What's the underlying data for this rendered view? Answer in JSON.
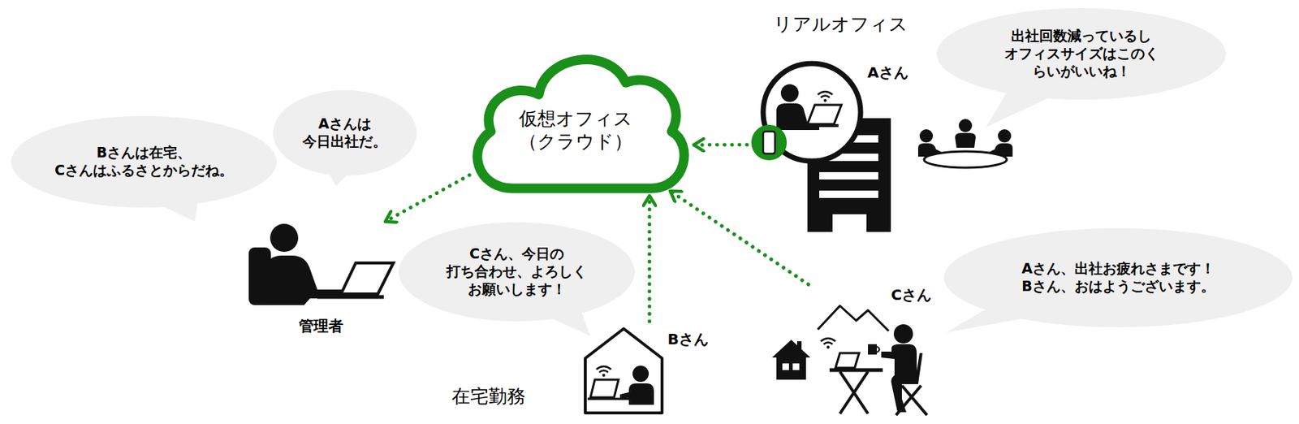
{
  "diagram": {
    "nodes": [
      {
        "text": [
          "仮想オフィス （クラウド）"
        ]
      },
      {
        "text": [
          "Aさん"
        ]
      },
      {
        "text": [
          "出社回数減っているし オフィスサイズはこのく らいがいいね！"
        ]
      },
      {
        "text": [
          "Aさんは 今日出社だ。"
        ]
      },
      {
        "text": [
          "Bさんは在宅、 Cさんはふるさとからだね。"
        ]
      },
      {
        "text": [
          "管理者"
        ]
      },
      {
        "text": [
          "Cさん、今日の 打ち合わせ、よろしく お願いします！"
        ]
      },
      {
        "text": [
          "Bさん"
        ]
      },
      {
        "text": [
          "Aさん、出社お疲れさまです！ Bさん、おはようございます。"
        ]
      },
      {
        "text": [
          "Cさん"
        ]
      }
    ],
    "edges": [
      {
        "from": 1,
        "to": 0,
        "arrow": "to"
      },
      {
        "from": 0,
        "to": 5,
        "arrow": "to"
      },
      {
        "from": 7,
        "to": 0,
        "arrow": "to"
      },
      {
        "from": 9,
        "to": 0,
        "arrow": "to"
      }
    ],
    "labels": [
      "リアルオフィス",
      "在宅勤務"
    ]
  }
}
